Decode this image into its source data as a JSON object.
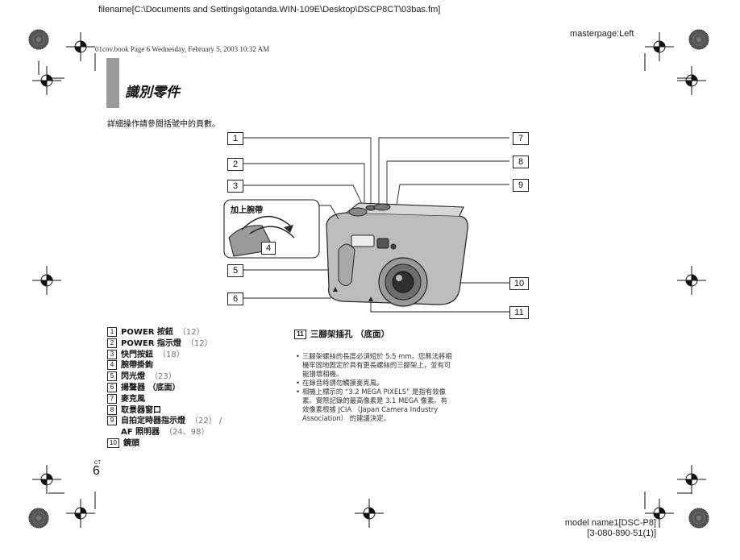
{
  "header": {
    "filename": "filename[C:\\Documents and Settings\\gotanda.WIN-109E\\Desktop\\DSCP8CT\\03bas.fm]",
    "masterpage": "masterpage:Left",
    "print_line": "01cov.book  Page 6  Wednesday, February 5, 2003  10:32 AM"
  },
  "title": "識別零件",
  "intro": "詳細操作請參閱括號中的頁數。",
  "diagram": {
    "inset_label": "加上腕帶",
    "callouts": [
      "1",
      "2",
      "3",
      "4",
      "5",
      "6",
      "7",
      "8",
      "9",
      "10",
      "11"
    ]
  },
  "parts": [
    {
      "num": "1",
      "name": "POWER 按鈕",
      "page": "（12）"
    },
    {
      "num": "2",
      "name": "POWER 指示燈",
      "page": "（12）"
    },
    {
      "num": "3",
      "name": "快門按鈕",
      "page": "（18）"
    },
    {
      "num": "4",
      "name": "腕帶掛鉤",
      "page": ""
    },
    {
      "num": "5",
      "name": "閃光燈",
      "page": "（23）"
    },
    {
      "num": "6",
      "name": "揚聲器 （底面）",
      "page": ""
    },
    {
      "num": "7",
      "name": "麥克風",
      "page": ""
    },
    {
      "num": "8",
      "name": "取景器窗口",
      "page": ""
    },
    {
      "num": "9",
      "name": "自拍定時器指示燈",
      "page": "（22） /"
    },
    {
      "num": "",
      "name": "AF 照明器",
      "page": "（24、98）"
    },
    {
      "num": "10",
      "name": "鏡頭",
      "page": ""
    }
  ],
  "section11": {
    "num": "11",
    "title": "三腳架插孔 （底面）",
    "notes": [
      "三腳架螺絲的長度必須短於 5.5 mm。您無法將相機牢固地固定於具有更長螺絲的三腳架上，並有可能損壞相機。",
      "在錄音時請勿觸摸麥克風。",
      "相機上標示的 “3.2 MEGA PIXELS” 是指有效像素。實際記錄的最高像素是 3.1 MEGA 像素。有效像素根據 JCIA （Japan Camera Industry Association） 的建議決定。"
    ]
  },
  "page": {
    "lang": "CT",
    "number": "6"
  },
  "footer": {
    "model": "model name1[DSC-P8]",
    "code": "[3-080-890-51(1)]"
  },
  "colors": {
    "tab_bar": "#9a9a9a",
    "text": "#111111"
  }
}
